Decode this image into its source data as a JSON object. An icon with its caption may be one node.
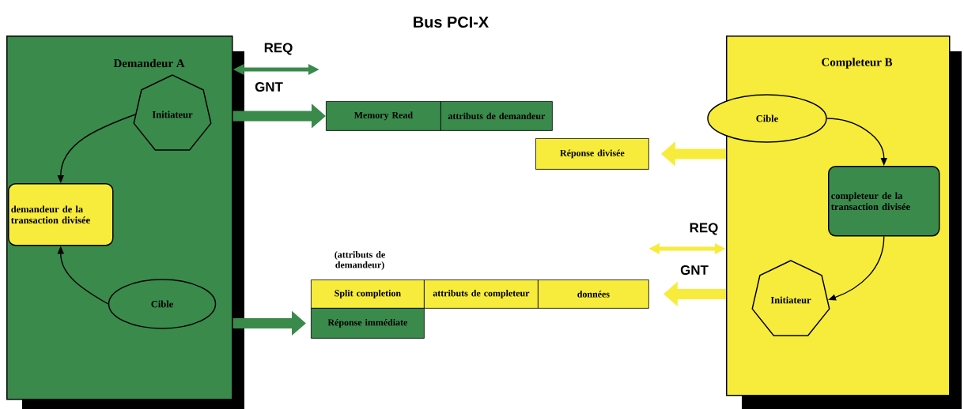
{
  "diagram": {
    "title": "Bus PCI-X",
    "nodes": [
      {
        "text": [
          "Demandeur A"
        ]
      },
      {
        "text": [
          "Initiateur"
        ],
        "in": 0
      },
      {
        "text": [
          "demandeur de la transaction divisée"
        ],
        "in": 0
      },
      {
        "text": [
          "Cible"
        ],
        "in": 0
      },
      {
        "text": [
          "Completeur B"
        ]
      },
      {
        "text": [
          "Cible"
        ],
        "in": 4
      },
      {
        "text": [
          "completeur de la transaction divisée"
        ],
        "in": 4
      },
      {
        "text": [
          "Initiateur"
        ],
        "in": 4
      },
      {
        "text": [
          "Memory Read"
        ]
      },
      {
        "text": [
          "attributs de demandeur"
        ]
      },
      {
        "text": [
          "Réponse divisée"
        ]
      },
      {
        "text": [
          "Split completion"
        ],
        "beside": [
          "(attributs de demandeur)"
        ]
      },
      {
        "text": [
          "attributs de completeur"
        ]
      },
      {
        "text": [
          "données"
        ]
      },
      {
        "text": [
          "Réponse immédiate"
        ]
      }
    ],
    "edges": [
      {
        "from": 1,
        "to": 2,
        "arrow": "to",
        "color": "#000000"
      },
      {
        "from": 3,
        "to": 2,
        "arrow": "to",
        "color": "#000000"
      },
      {
        "from": 5,
        "to": 6,
        "arrow": "to",
        "color": "#000000"
      },
      {
        "from": 6,
        "to": 7,
        "arrow": "to",
        "color": "#000000"
      },
      {
        "from": 0,
        "to": 8,
        "arrow": "to",
        "style": "thick",
        "color": "#3a8a4c"
      },
      {
        "from": 4,
        "to": 10,
        "arrow": "to",
        "style": "thick",
        "color": "#f7ec3c"
      },
      {
        "from": 0,
        "to": 14,
        "arrow": "to",
        "style": "thick",
        "color": "#3a8a4c"
      },
      {
        "from": 4,
        "to": 13,
        "arrow": "to",
        "style": "thick",
        "color": "#f7ec3c"
      },
      {
        "from": 0,
        "to": null,
        "arrow": "both",
        "color": "#3a8a4c"
      },
      {
        "from": null,
        "to": 4,
        "arrow": "both",
        "color": "#f7ec3c"
      }
    ],
    "labels": [
      "REQ",
      "GNT",
      "REQ",
      "GNT"
    ]
  }
}
